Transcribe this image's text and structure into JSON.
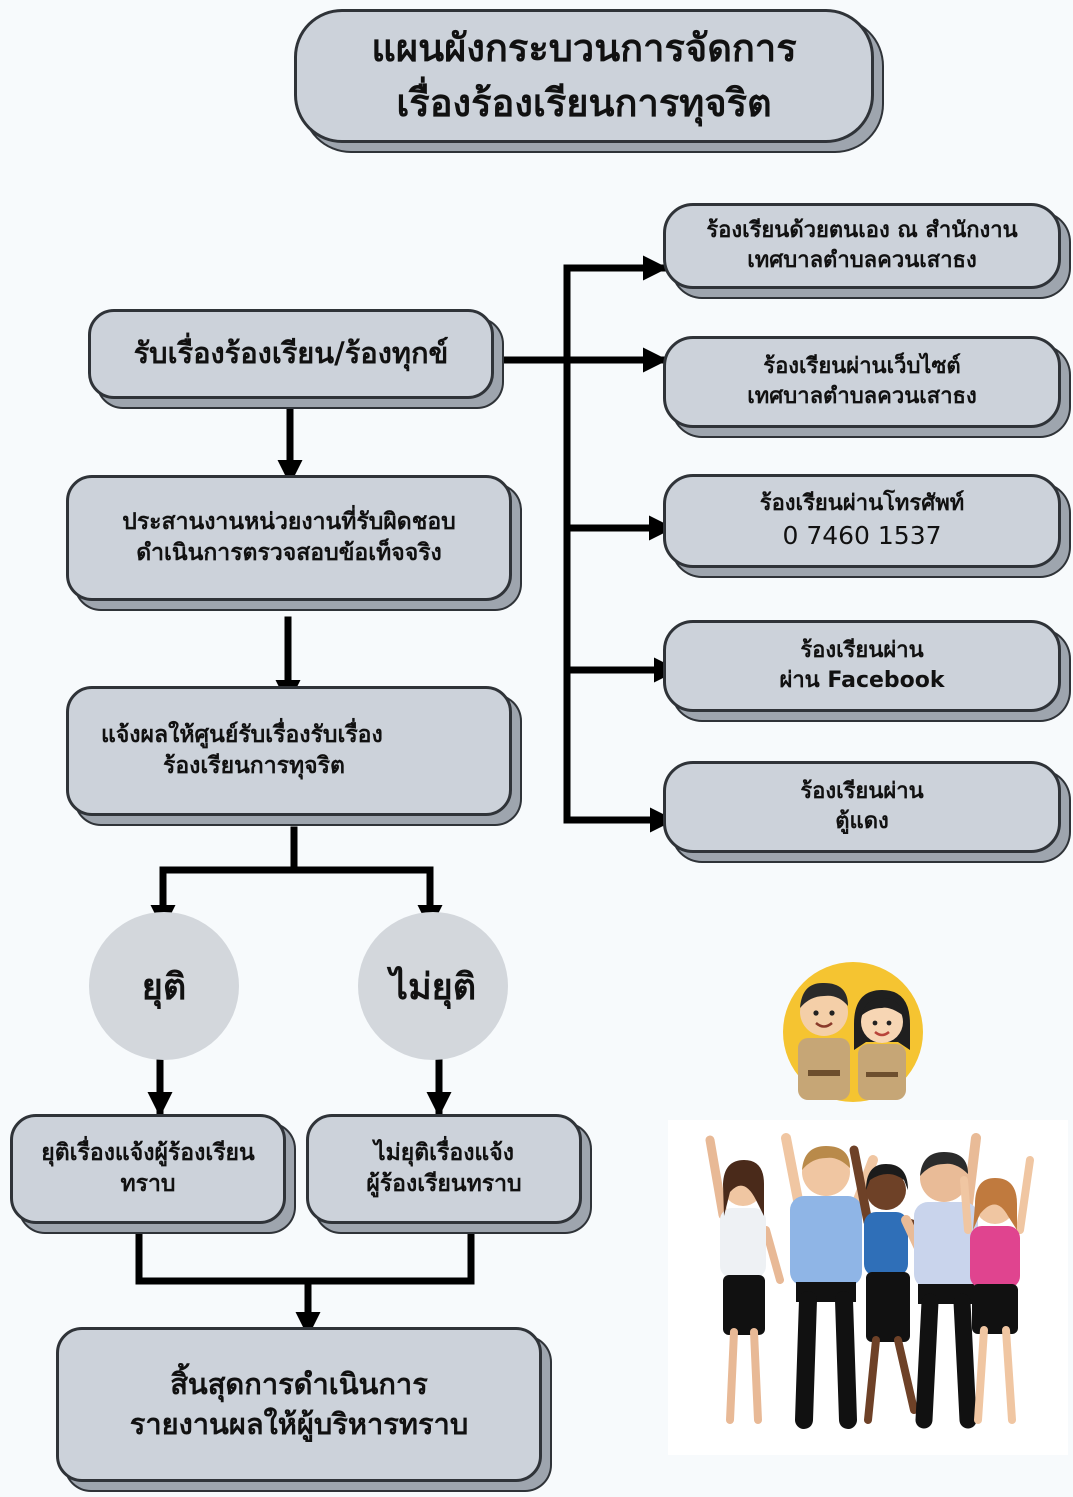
{
  "title": {
    "line1": "แผนผังกระบวนการจัดการ",
    "line2": "เรื่องร้องเรียนการทุจริต"
  },
  "steps": {
    "receive": "รับเรื่องร้องเรียน/ร้องทุกข์",
    "coordinate": {
      "line1": "ประสานงานหน่วยงานที่รับผิดชอบ",
      "line2": "ดำเนินการตรวจสอบข้อเท็จจริง"
    },
    "notify": {
      "line1": "แจ้งผลให้ศูนย์รับเรื่องรับเรื่อง",
      "line2": "ร้องเรียนการทุจริต"
    },
    "end": {
      "line1": "สิ้นสุดการดำเนินการ",
      "line2": "รายงานผลให้ผู้บริหารทราบ"
    }
  },
  "decision": {
    "stop": "ยุติ",
    "not_stop": "ไม่ยุติ"
  },
  "outcomes": {
    "stop": {
      "line1": "ยุติเรื่องแจ้งผู้ร้องเรียน",
      "line2": "ทราบ"
    },
    "not_stop": {
      "line1": "ไม่ยุติเรื่องแจ้ง",
      "line2": "ผู้ร้องเรียนทราบ"
    }
  },
  "channels": [
    {
      "line1": "ร้องเรียนด้วยตนเอง ณ สำนักงาน",
      "line2": "เทศบาลตำบลควนเสาธง"
    },
    {
      "line1": "ร้องเรียนผ่านเว็บไซต์",
      "line2": "เทศบาลตำบลควนเสาธง"
    },
    {
      "line1": "ร้องเรียนผ่านโทรศัพท์",
      "line2": "0 7460 1537"
    },
    {
      "line1": "ร้องเรียนผ่าน",
      "line2": "ผ่าน Facebook"
    },
    {
      "line1": "ร้องเรียนผ่าน",
      "line2": "ตู้แดง"
    }
  ],
  "colors": {
    "box_fill": "#ccd2da",
    "box_shadow": "#9ea5ae",
    "outline": "#2f3338",
    "circle_fill": "#d3d7dc",
    "arrow": "#000000",
    "background": "#f7fafc"
  },
  "icons": {
    "officers": "officers-illustration",
    "people": "celebrating-people-illustration"
  }
}
